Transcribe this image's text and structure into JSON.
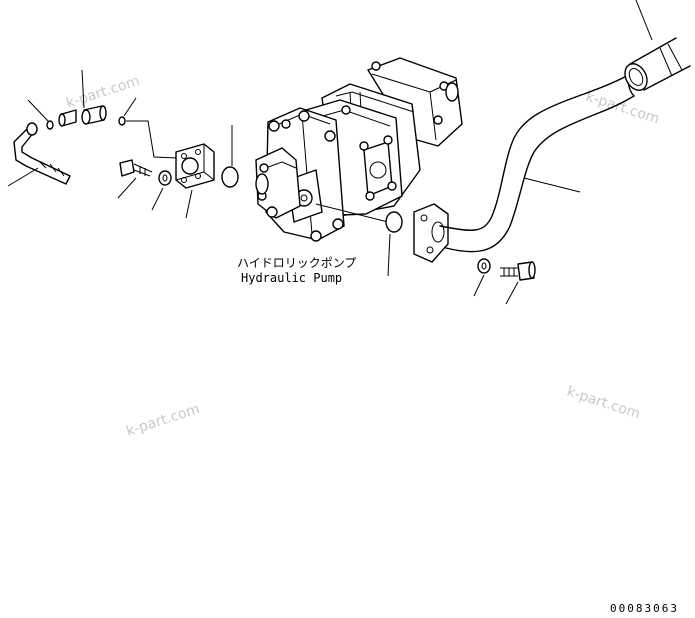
{
  "labels": {
    "pump_jp": "ハイドロリックポンプ",
    "pump_en": "Hydraulic Pump"
  },
  "watermark": "k-part.com",
  "drawing_code": "00083063"
}
